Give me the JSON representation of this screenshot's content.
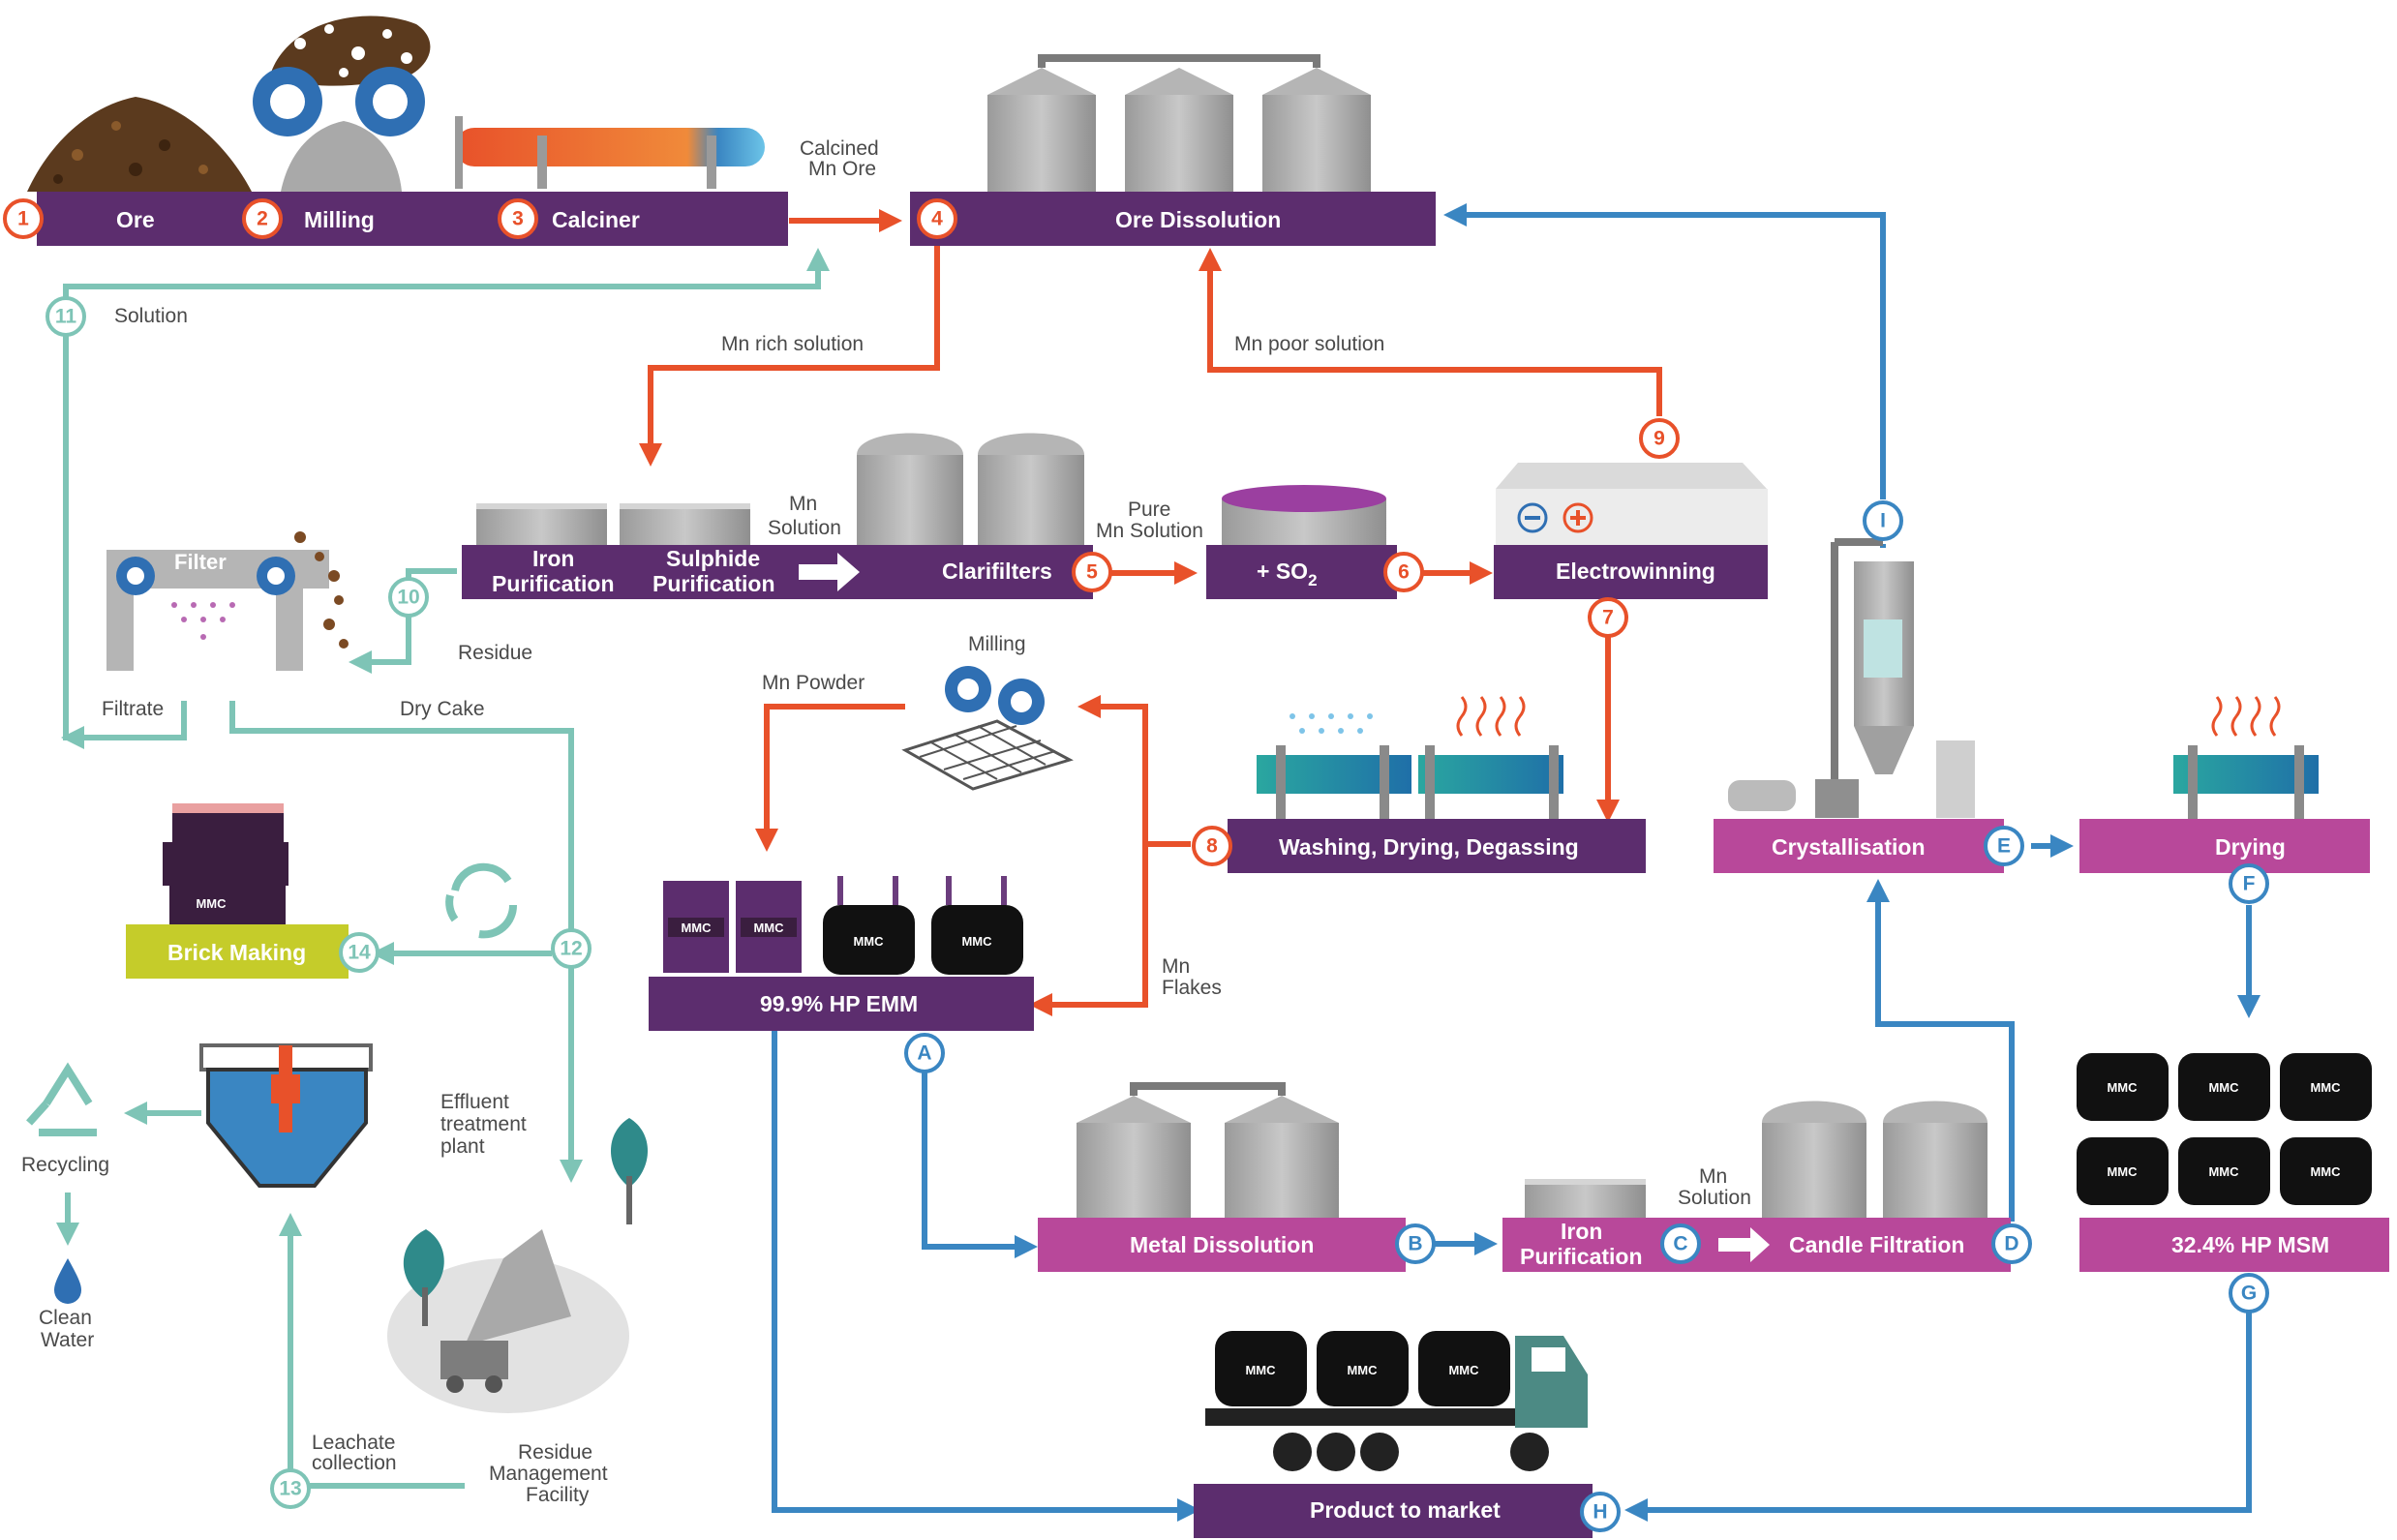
{
  "colors": {
    "purple": "#5c2d6e",
    "magenta": "#b8489a",
    "olive": "#c5cc2a",
    "orange": "#e8512a",
    "blue": "#3a86c2",
    "teal": "#7ec4b6",
    "grey": "#b0b0b0"
  },
  "steps": {
    "s1": "1",
    "s2": "2",
    "s3": "3",
    "s4": "4",
    "s5": "5",
    "s6": "6",
    "s7": "7",
    "s8": "8",
    "s9": "9",
    "s10": "10",
    "s11": "11",
    "s12": "12",
    "s13": "13",
    "s14": "14",
    "sA": "A",
    "sB": "B",
    "sC": "C",
    "sD": "D",
    "sE": "E",
    "sF": "F",
    "sG": "G",
    "sH": "H",
    "sI": "I"
  },
  "bars": {
    "ore": "Ore",
    "milling": "Milling",
    "calciner": "Calciner",
    "ore_dissolution": "Ore Dissolution",
    "iron_purification_1": "Iron",
    "iron_purification_2": "Purification",
    "sulphide_purification_1": "Sulphide",
    "sulphide_purification_2": "Purification",
    "clarifilters": "Clarifilters",
    "so2_prefix": "+ SO",
    "so2_sub": "2",
    "electrowinning": "Electrowinning",
    "washing": "Washing, Drying, Degassing",
    "hp_emm": "99.9% HP EMM",
    "crystallisation": "Crystallisation",
    "drying": "Drying",
    "brick_making": "Brick Making",
    "metal_dissolution": "Metal Dissolution",
    "iron_purification_b1": "Iron",
    "iron_purification_b2": "Purification",
    "candle_filtration": "Candle Filtration",
    "hp_msm": "32.4% HP MSM",
    "product_to_market": "Product to market"
  },
  "labels": {
    "calcined_1": "Calcined",
    "calcined_2": "Mn Ore",
    "solution": "Solution",
    "mn_rich": "Mn rich solution",
    "mn_poor": "Mn poor solution",
    "mn_solution_1": "Mn",
    "mn_solution_2": "Solution",
    "pure_1": "Pure",
    "pure_2": "Mn Solution",
    "filter": "Filter",
    "residue": "Residue",
    "filtrate": "Filtrate",
    "dry_cake": "Dry Cake",
    "mn_powder": "Mn Powder",
    "milling_2": "Milling",
    "mn_flakes_1": "Mn",
    "mn_flakes_2": "Flakes",
    "effluent_1": "Effluent",
    "effluent_2": "treatment",
    "effluent_3": "plant",
    "recycling": "Recycling",
    "clean_1": "Clean",
    "clean_2": "Water",
    "leachate_1": "Leachate",
    "leachate_2": "collection",
    "residue_mgmt_1": "Residue",
    "residue_mgmt_2": "Management",
    "residue_mgmt_3": "Facility",
    "mn_sol_b1": "Mn",
    "mn_sol_b2": "Solution",
    "brand": "MMC",
    "brick_brand": "MMC"
  }
}
